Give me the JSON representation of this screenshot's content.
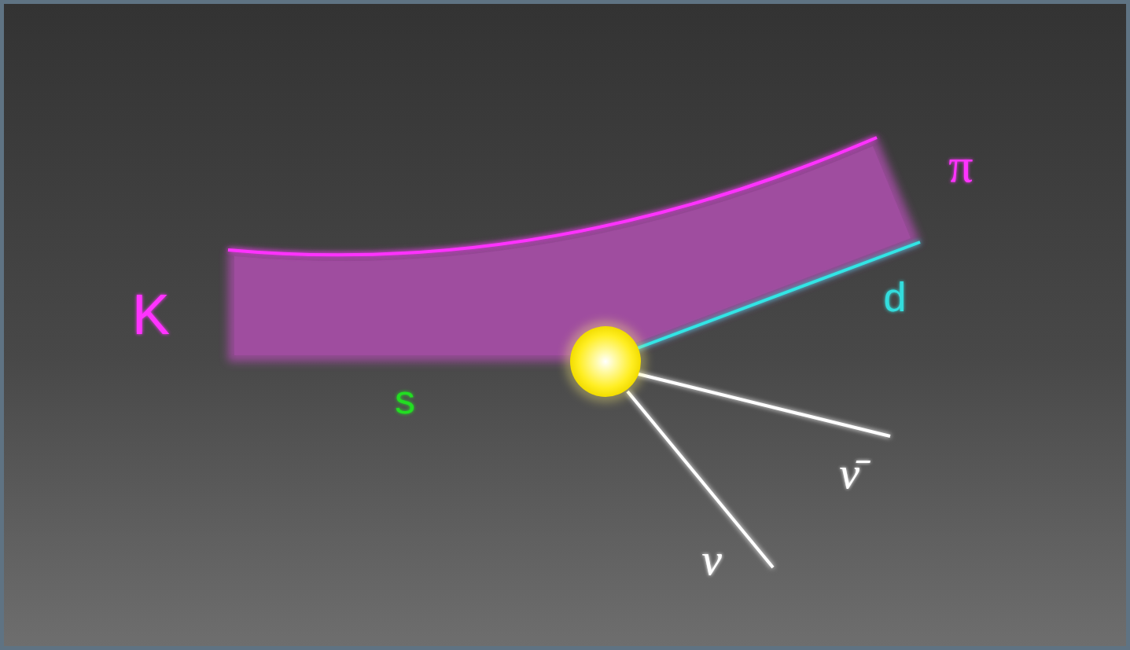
{
  "diagram": {
    "labels": [
      "K",
      "π",
      "s",
      "d",
      "ν̄",
      "ν"
    ]
  }
}
